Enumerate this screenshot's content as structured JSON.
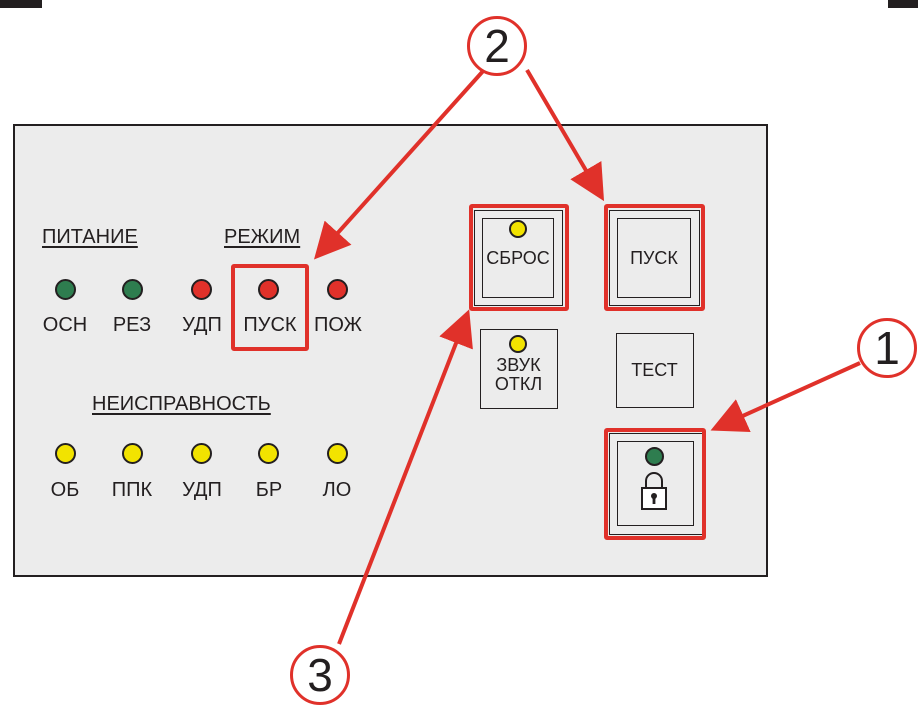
{
  "panel": {
    "power_group": "ПИТАНИЕ",
    "mode_group": "РЕЖИМ",
    "fault_group": "НЕИСПРАВНОСТЬ"
  },
  "indicators_top": [
    {
      "label": "ОСН",
      "color": "#2e7d4f"
    },
    {
      "label": "РЕЗ",
      "color": "#2e7d4f"
    },
    {
      "label": "УДП",
      "color": "#e0312a"
    },
    {
      "label": "ПУСК",
      "color": "#e0312a"
    },
    {
      "label": "ПОЖ",
      "color": "#e0312a"
    }
  ],
  "indicators_bottom": [
    {
      "label": "ОБ",
      "color": "#f2e300"
    },
    {
      "label": "ППК",
      "color": "#f2e300"
    },
    {
      "label": "УДП",
      "color": "#f2e300"
    },
    {
      "label": "БР",
      "color": "#f2e300"
    },
    {
      "label": "ЛО",
      "color": "#f2e300"
    }
  ],
  "buttons": {
    "reset": "СБРОС",
    "start": "ПУСК",
    "sound_off": "ЗВУК\nОТКЛ",
    "test": "ТЕСТ",
    "lock_icon": "padlock-icon"
  },
  "button_leds": {
    "reset_color": "#f2e300",
    "sound_color": "#f2e300",
    "lock_color": "#2e7d4f"
  },
  "callouts": [
    "1",
    "2",
    "3"
  ],
  "colors": {
    "highlight": "#e0312a",
    "panel_bg": "#ececec",
    "outline": "#231f20"
  }
}
